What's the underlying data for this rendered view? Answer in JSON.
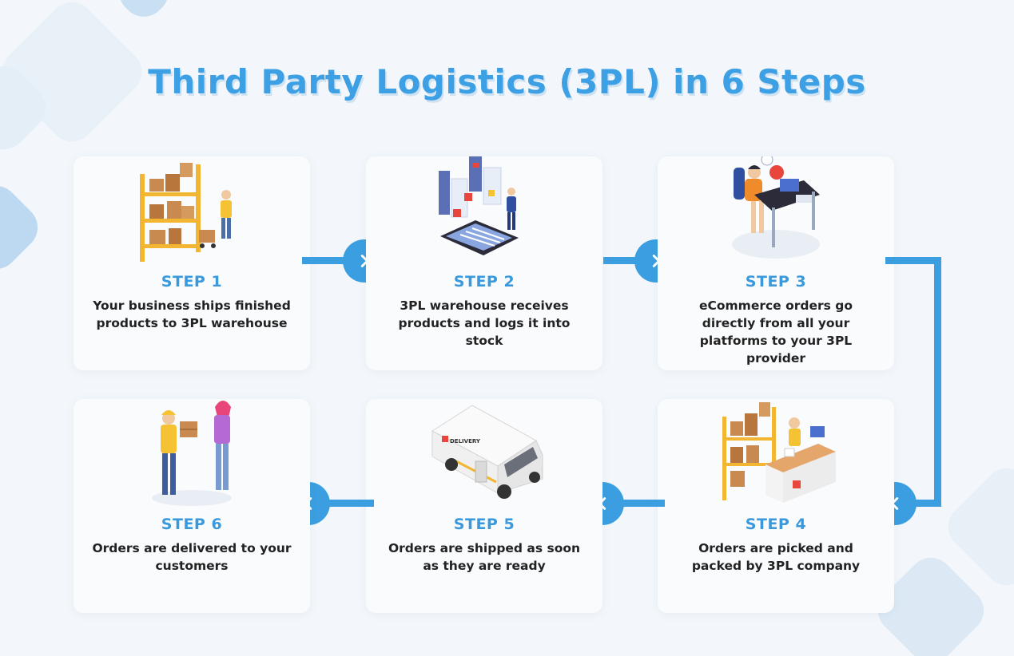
{
  "title": "Third Party Logistics (3PL) in 6 Steps",
  "colors": {
    "accent": "#3a9ee0",
    "title": "#3ea0e4",
    "text": "#222222",
    "background": "#f3f7fb"
  },
  "steps": [
    {
      "label": "STEP 1",
      "description": "Your business ships finished products to 3PL warehouse",
      "icon": "warehouse-shelves-worker-icon"
    },
    {
      "label": "STEP 2",
      "description": "3PL warehouse receives products and logs it into stock",
      "icon": "phone-inventory-dashboard-icon"
    },
    {
      "label": "STEP 3",
      "description": "eCommerce orders go directly from all your platforms to your 3PL provider",
      "icon": "person-at-computer-desk-icon"
    },
    {
      "label": "STEP 4",
      "description": "Orders are picked and packed by 3PL company",
      "icon": "packing-station-icon"
    },
    {
      "label": "STEP 5",
      "description": "Orders are shipped as soon as they are ready",
      "icon": "delivery-van-icon"
    },
    {
      "label": "STEP 6",
      "description": "Orders are delivered to your customers",
      "icon": "package-handoff-icon"
    }
  ],
  "van_text": "DELIVERY",
  "flow_arrows": [
    "right",
    "right",
    "down-left",
    "left",
    "left"
  ]
}
